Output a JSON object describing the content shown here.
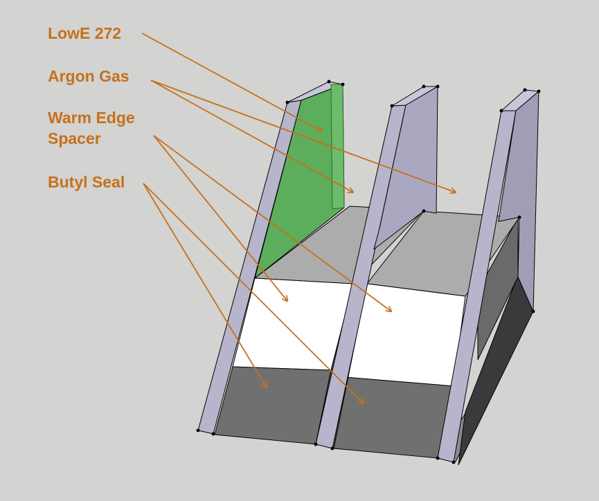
{
  "colors": {
    "background": "#d3d3d1",
    "label_text": "#c6701b",
    "arrow": "#c6701b",
    "glass_pane": "#b6b5cc",
    "glass_edge": "#9a99b3",
    "lowe_coating": "#5cad5c",
    "argon_top": "#acacac",
    "spacer": "#ffffff",
    "butyl_seal": "#6f6f6f",
    "dark_side": "#3a3a3c"
  },
  "labels": {
    "lowe": "LowE 272",
    "argon": "Argon Gas",
    "spacer_line1": "Warm Edge",
    "spacer_line2": "Spacer",
    "butyl": "Butyl Seal"
  }
}
